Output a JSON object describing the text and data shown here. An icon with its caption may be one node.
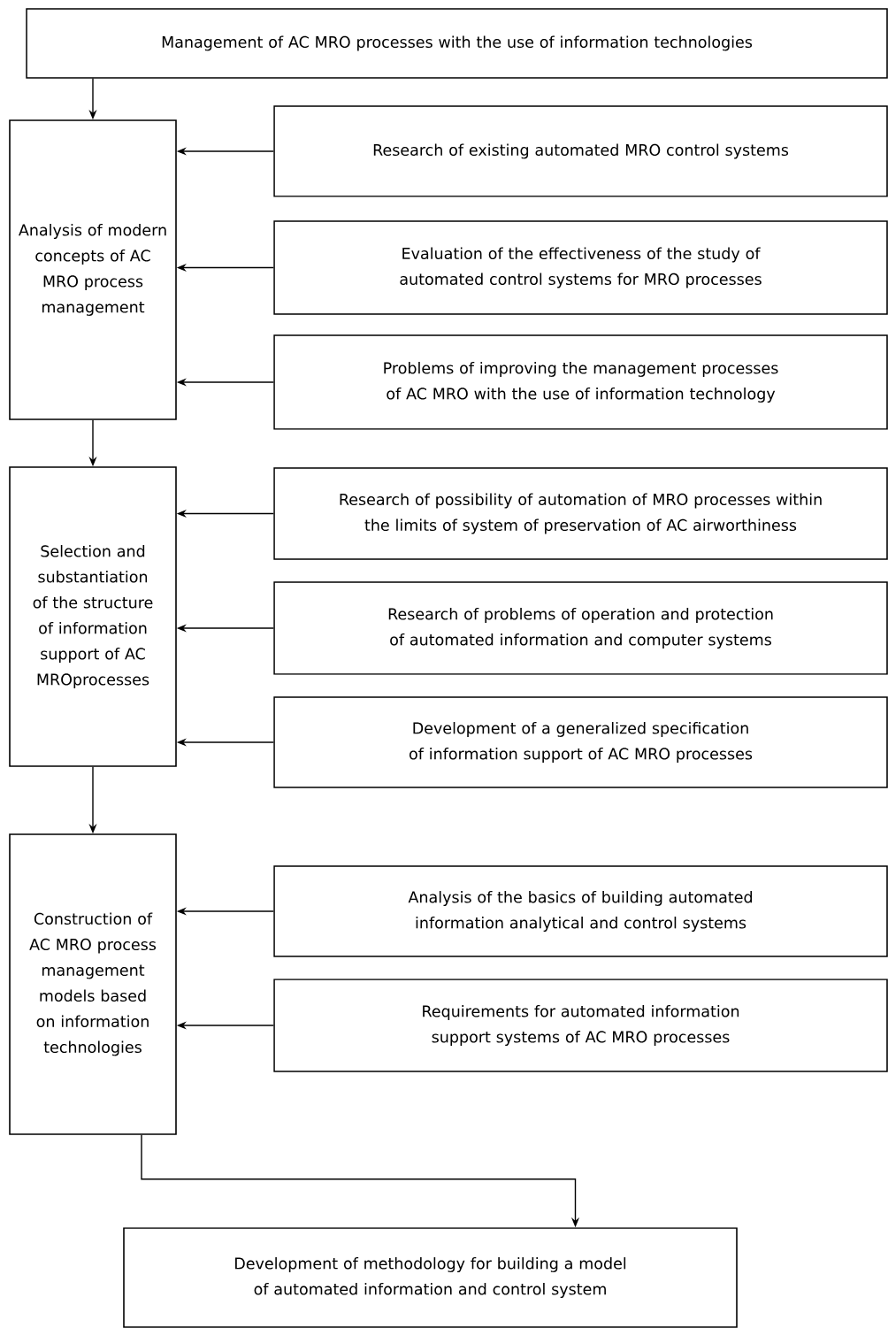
{
  "diagram": {
    "nodes": [
      {
        "text": [
          "Management of AC MRO processes with the use of information technologies"
        ]
      },
      {
        "text": [
          "Analysis of modern concepts of AC MRO process management"
        ]
      },
      {
        "text": [
          "Research of existing automated MRO control systems"
        ]
      },
      {
        "text": [
          "Evaluation of the effectiveness of the study of automated control systems for MRO processes"
        ]
      },
      {
        "text": [
          "Problems of improving the management processes of AC MRO with the use of information technology"
        ]
      },
      {
        "text": [
          "Selection and substantiation of the structure of information support of AC MROprocesses"
        ]
      },
      {
        "text": [
          "Research of possibility of automation of MRO processes within the limits of system of preservation of AC airworthiness"
        ]
      },
      {
        "text": [
          "Research of problems of operation and protection of automated information and computer systems"
        ]
      },
      {
        "text": [
          "Development of a generalized specification of information support of AC MRO processes"
        ]
      },
      {
        "text": [
          "Construction of AC MRO process management models based on information technologies"
        ]
      },
      {
        "text": [
          "Analysis of the basics of building automated information analytical and control systems"
        ]
      },
      {
        "text": [
          "Requirements for automated information support systems of AC MRO processes"
        ]
      },
      {
        "text": [
          "Development of methodology for building a model of automated information and control system"
        ]
      }
    ],
    "edges": [
      {
        "from": 0,
        "to": 1,
        "arrow": "to"
      },
      {
        "from": 2,
        "to": 1,
        "arrow": "to"
      },
      {
        "from": 3,
        "to": 1,
        "arrow": "to"
      },
      {
        "from": 4,
        "to": 1,
        "arrow": "to"
      },
      {
        "from": 1,
        "to": 5,
        "arrow": "to"
      },
      {
        "from": 6,
        "to": 5,
        "arrow": "to"
      },
      {
        "from": 7,
        "to": 5,
        "arrow": "to"
      },
      {
        "from": 8,
        "to": 5,
        "arrow": "to"
      },
      {
        "from": 5,
        "to": 9,
        "arrow": "to"
      },
      {
        "from": 10,
        "to": 9,
        "arrow": "to"
      },
      {
        "from": 11,
        "to": 9,
        "arrow": "to"
      },
      {
        "from": 9,
        "to": 12,
        "arrow": "to"
      }
    ]
  }
}
